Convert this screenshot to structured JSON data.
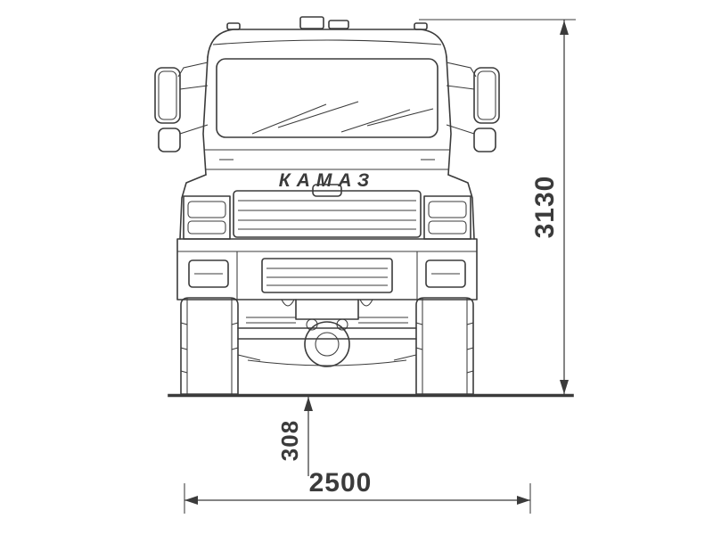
{
  "drawing": {
    "brand_label": "КАМАЗ",
    "line_color": "#3b3b3b",
    "background": "#ffffff",
    "dimensions": {
      "overall_height": "3130",
      "ground_clearance": "308",
      "overall_width": "2500"
    }
  }
}
